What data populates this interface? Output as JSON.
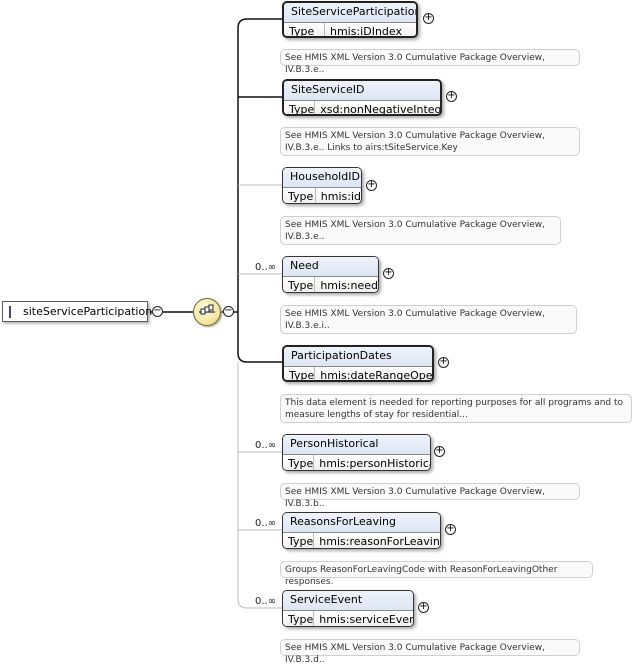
{
  "root": {
    "label": "siteServiceParticipation"
  },
  "type_label": "Type",
  "elements": [
    {
      "name": "SiteServiceParticipationID",
      "type": "hmis:iDIndex",
      "cardinality": "",
      "doc": "See HMIS XML Version 3.0 Cumulative Package Overview, IV.B.3.e.."
    },
    {
      "name": "SiteServiceID",
      "type": "xsd:nonNegativeInteger",
      "cardinality": "",
      "doc": "See HMIS XML Version 3.0 Cumulative Package Overview, IV.B.3.e.. Links to airs:tSiteService.Key"
    },
    {
      "name": "HouseholdID",
      "type": "hmis:id",
      "cardinality": "",
      "doc": "See HMIS XML Version 3.0 Cumulative Package Overview, IV.B.3.e.."
    },
    {
      "name": "Need",
      "type": "hmis:need",
      "cardinality": "0..∞",
      "doc": "See HMIS XML Version 3.0 Cumulative Package Overview, IV.B.3.e.i.."
    },
    {
      "name": "ParticipationDates",
      "type": "hmis:dateRangeOpen",
      "cardinality": "",
      "doc": "This data element is needed for reporting purposes for all programs and to measure lengths of stay for residential..."
    },
    {
      "name": "PersonHistorical",
      "type": "hmis:personHistorical",
      "cardinality": "0..∞",
      "doc": "See HMIS XML Version 3.0 Cumulative Package Overview, IV.B.3.b.."
    },
    {
      "name": "ReasonsForLeaving",
      "type": "hmis:reasonForLeaving",
      "cardinality": "0..∞",
      "doc": "Groups ReasonForLeavingCode with ReasonForLeavingOther responses."
    },
    {
      "name": "ServiceEvent",
      "type": "hmis:serviceEvent",
      "cardinality": "0..∞",
      "doc": "See HMIS XML Version 3.0 Cumulative Package Overview, IV.B.3.d.."
    }
  ],
  "symbols": {
    "collapse": "−",
    "expand": "+"
  }
}
